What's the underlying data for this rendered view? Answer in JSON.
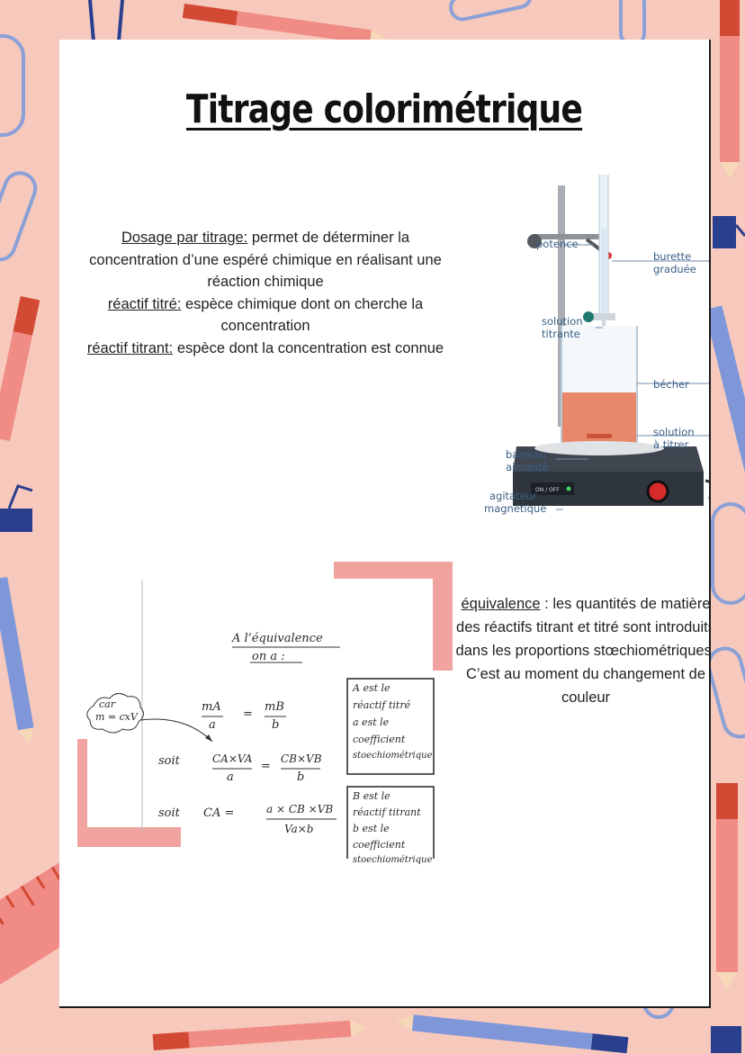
{
  "title": "Titrage colorimétrique",
  "definitions": {
    "dosage_term": "Dosage par titrage:",
    "dosage_text": " permet de déterminer la concentration d’une espéré chimique en réalisant une réaction chimique",
    "titre_term": "réactif titré:",
    "titre_text": " espèce chimique dont on cherche la concentration",
    "titrant_term": "réactif titrant:",
    "titrant_text": " espèce dont la concentration est connue"
  },
  "diagram": {
    "potence": "potence",
    "burette_1": "burette",
    "burette_2": "graduée",
    "solution_titrante_1": "solution",
    "solution_titrante_2": "titrante",
    "becher": "bécher",
    "solution_a_titrer_1": "solution",
    "solution_a_titrer_2": "à titrer",
    "barreau_1": "barreau",
    "barreau_2": "aimanté",
    "agitateur_1": "agitateur",
    "agitateur_2": "magnétique",
    "switch": "ON / OFF"
  },
  "notes": {
    "heading_1": "A l’équivalence",
    "heading_2": "on a :",
    "car_1": "car",
    "car_2": "m = cxV",
    "eq1_left_num": "mA",
    "eq1_left_den": "a",
    "eq1_eq": "=",
    "eq1_right_num": "mB",
    "eq1_right_den": "b",
    "soit_1": "soit",
    "eq2_left_num": "CA×VA",
    "eq2_left_den": "a",
    "eq2_eq": "=",
    "eq2_right_num": "CB×VB",
    "eq2_right_den": "b",
    "soit_2": "soit",
    "eq3_left": "CA =",
    "eq3_num": "a × CB ×VB",
    "eq3_den": "Va×b",
    "box1": [
      "A est le",
      "réactif titré",
      "a est le",
      "coefficient",
      "stoechiométrique"
    ],
    "box2": [
      "B est le",
      "réactif titrant",
      "b est le",
      "coefficient",
      "stoechiométrique"
    ]
  },
  "equivalence": {
    "term": "équivalence",
    "text": " : les quantités de matière des réactifs titrant et titré sont introduits dans les proportions stœchiométriques. C’est au moment du changement de couleur"
  },
  "colors": {
    "background": "#f7c9bd",
    "label_blue": "#3a5f86",
    "titrant_orange": "#e8876a"
  }
}
